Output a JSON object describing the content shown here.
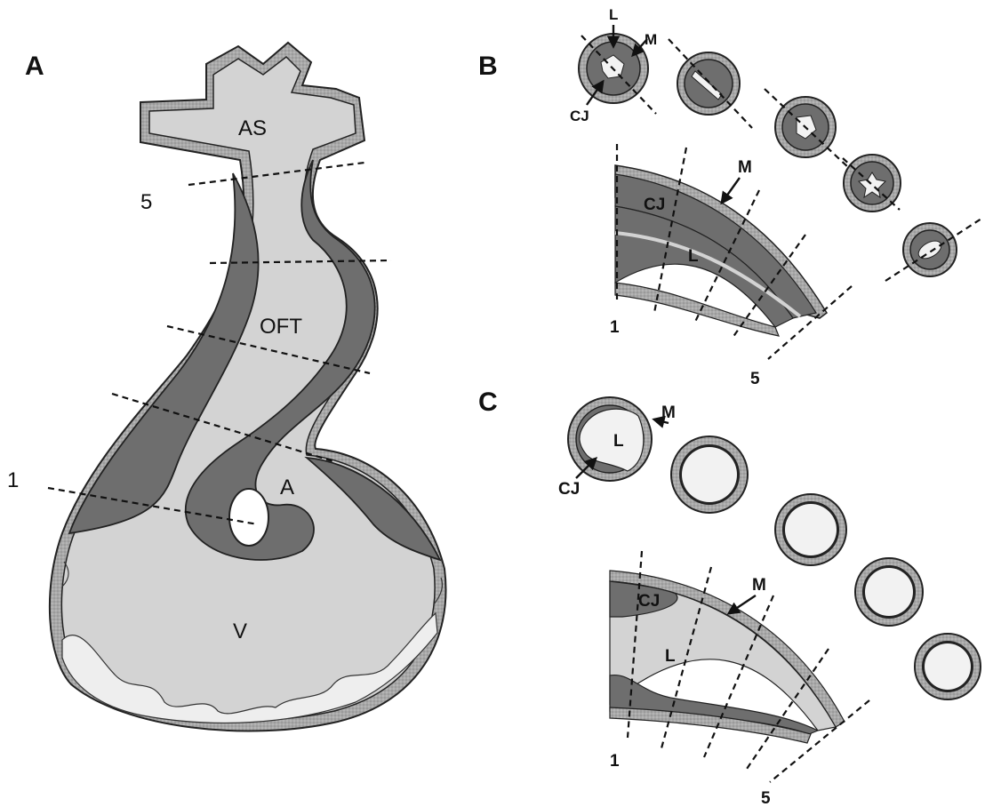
{
  "panels": {
    "a": {
      "letter": "A",
      "labels": {
        "as": "AS",
        "oft": "OFT",
        "a": "A",
        "v": "V",
        "section_1": "1",
        "section_5": "5"
      }
    },
    "b": {
      "letter": "B",
      "labels": {
        "l": "L",
        "m": "M",
        "cj": "CJ",
        "long_cj": "CJ",
        "long_l": "L",
        "long_m": "M",
        "section_1": "1",
        "section_5": "5"
      }
    },
    "c": {
      "letter": "C",
      "labels": {
        "m": "M",
        "l": "L",
        "cj": "CJ",
        "long_cj": "CJ",
        "long_l": "L",
        "long_m": "M",
        "section_1": "1",
        "section_5": "5"
      }
    }
  },
  "colors": {
    "lumen_fill": "#d3d3d3",
    "cushion_fill": "#6e6e6e",
    "myocardium_fill": "#a9a9a9",
    "open_lumen": "#f2f2f2",
    "outline": "#222222"
  }
}
